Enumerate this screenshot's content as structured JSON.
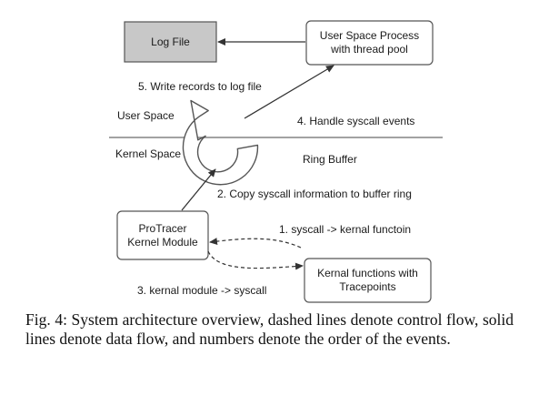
{
  "nodes": {
    "log_file": "Log File",
    "user_process": [
      "User Space Process",
      "with thread pool"
    ],
    "protracer": [
      "ProTracer",
      "Kernel Module"
    ],
    "kernel_functions": [
      "Kernal functions with",
      "Tracepoints"
    ]
  },
  "regions": {
    "user_space": "User Space",
    "kernel_space": "Kernel Space",
    "ring_buffer": "Ring Buffer"
  },
  "steps": {
    "write_records": "5. Write records to log file",
    "handle_events": "4. Handle syscall events",
    "copy_info": "2. Copy syscall information to buffer ring",
    "syscall": "1. syscall -> kernal functoin",
    "kernel_module": "3. kernal module -> syscall"
  },
  "caption": "Fig. 4: System architecture overview, dashed lines denote control flow, solid lines denote data flow, and numbers denote the order of the events.",
  "colors": {
    "log_file_fill": "#c8c8c8",
    "border": "#555555",
    "line": "#333333"
  }
}
